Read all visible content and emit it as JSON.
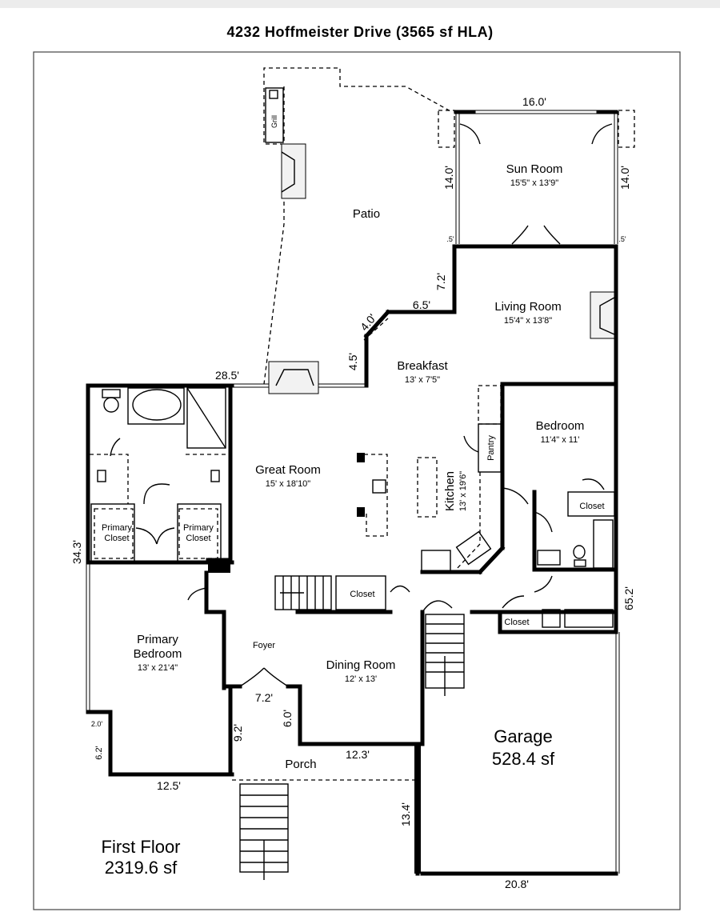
{
  "title": "4232 Hoffmeister Drive (3565 sf HLA)",
  "floor": {
    "name": "First Floor",
    "area": "2319.6 sf"
  },
  "rooms": {
    "patio": "Patio",
    "grill": "Grill",
    "sun_room": {
      "name": "Sun Room",
      "size": "15'5\" x 13'9\""
    },
    "living_room": {
      "name": "Living Room",
      "size": "15'4\" x 13'8\""
    },
    "breakfast": {
      "name": "Breakfast",
      "size": "13' x 7'5\""
    },
    "bedroom": {
      "name": "Bedroom",
      "size": "11'4\" x 11'"
    },
    "pantry": "Pantry",
    "kitchen": {
      "name": "Kitchen",
      "size": "13' x 19'6\""
    },
    "great_room": {
      "name": "Great Room",
      "size": "15' x 18'10\""
    },
    "primary_closet_left": [
      "Primary",
      "Closet"
    ],
    "primary_closet_right": [
      "Primary",
      "Closet"
    ],
    "closet_bedroom": "Closet",
    "closet_stair": "Closet",
    "closet_laundry": "Closet",
    "primary_bedroom": {
      "name_line1": "Primary",
      "name_line2": "Bedroom",
      "size": "13' x 21'4\""
    },
    "foyer": "Foyer",
    "dining_room": {
      "name": "Dining Room",
      "size": "12' x 13'"
    },
    "porch": "Porch",
    "garage": {
      "name": "Garage",
      "area": "528.4 sf"
    }
  },
  "dimensions": {
    "sun_width": "16.0'",
    "sun_left": "14.0'",
    "sun_right": "14.0'",
    "half_left": ".5'",
    "half_right": ".5'",
    "d_7_2_top": "7.2'",
    "d_6_5": "6.5'",
    "d_4_0": "4.0'",
    "d_4_5": "4.5'",
    "d_28_5": "28.5'",
    "d_34_3": "34.3'",
    "d_65_2": "65.2'",
    "d_7_2_foyer": "7.2'",
    "d_6_0": "6.0'",
    "d_9_2": "9.2'",
    "d_2_0": "2.0'",
    "d_6_2": "6.2'",
    "d_12_5": "12.5'",
    "d_12_3": "12.3'",
    "d_13_4": "13.4'",
    "d_20_8": "20.8'"
  }
}
